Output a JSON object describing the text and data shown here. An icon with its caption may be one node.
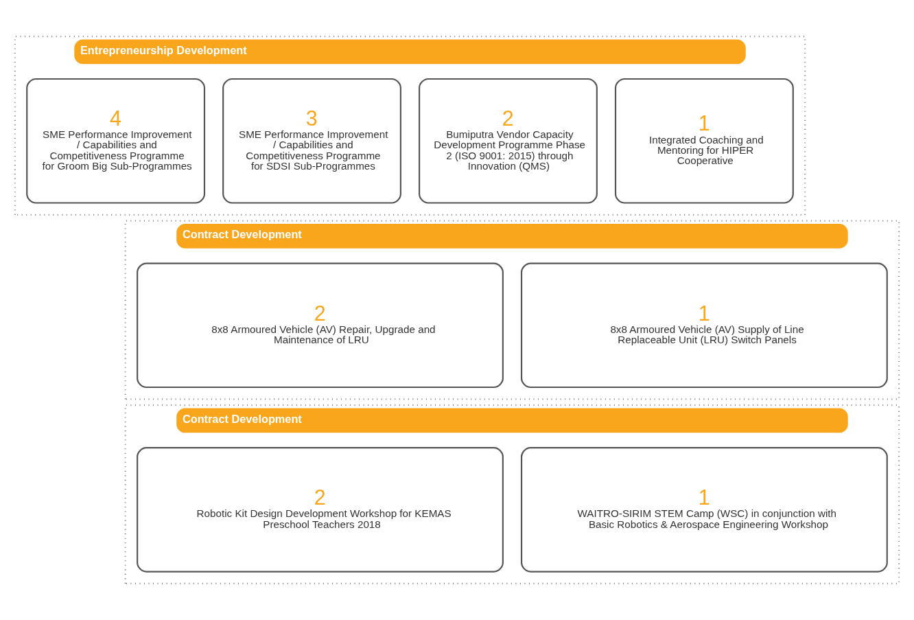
{
  "diagram": {
    "nodes": [
      {
        "text": [
          "Entrepreneurship Development"
        ]
      },
      {
        "text": [
          "1",
          "Integrated Coaching and Mentoring for HIPER Cooperative"
        ],
        "in": 0
      },
      {
        "text": [
          "2",
          "Bumiputra Vendor Capacity Development Programme Phase 2 (ISO 9001: 2015) through Innovation (QMS)"
        ],
        "in": 0
      },
      {
        "text": [
          "3",
          "SME Performance Improvement / Capabilities and Competitiveness Programme for SDSI Sub-Programmes"
        ],
        "in": 0
      },
      {
        "text": [
          "4",
          "SME Performance Improvement / Capabilities and Competitiveness Programme for Groom Big Sub-Programmes"
        ],
        "in": 0
      },
      {
        "text": [
          "Contract Development"
        ]
      },
      {
        "text": [
          "1",
          "8x8 Armoured Vehicle (AV) Supply of Line Replaceable Unit (LRU) Switch Panels"
        ],
        "in": 5
      },
      {
        "text": [
          "2",
          "8x8 Armoured Vehicle (AV) Repair, Upgrade and Maintenance of LRU"
        ],
        "in": 5
      },
      {
        "text": [
          "Contract Development"
        ]
      },
      {
        "text": [
          "1",
          "WAITRO-SIRIM STEM Camp (WSC) in conjunction with Basic Robotics & Aerospace Engineering Workshop"
        ],
        "in": 8
      },
      {
        "text": [
          "2",
          "Robotic Kit Design Development Workshop for KEMAS Preschool Teachers 2018"
        ],
        "in": 8
      }
    ],
    "edges": []
  }
}
